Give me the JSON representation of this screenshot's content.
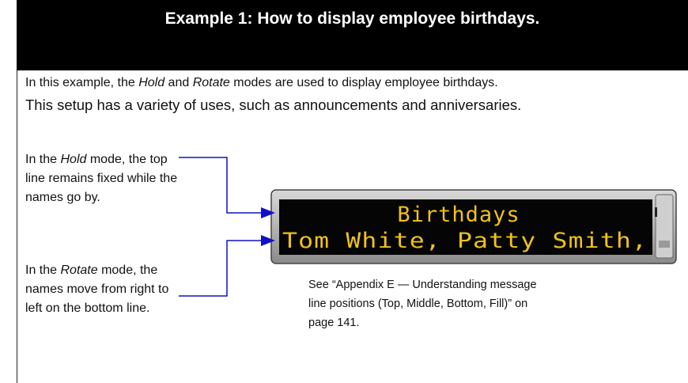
{
  "header": {
    "title": "Example 1: How to display employee birthdays."
  },
  "intro": {
    "line1": {
      "pre": "In this example, the ",
      "em1": "Hold",
      "mid": " and ",
      "em2": "Rotate",
      "post": " modes are used to display employee birthdays."
    },
    "line2": "This setup has a variety of uses, such as announcements and anniversaries."
  },
  "notes": {
    "hold": {
      "pre": "In the ",
      "em": "Hold",
      "post": " mode, the top line remains fixed while the names go by."
    },
    "rotate": {
      "pre": "In the ",
      "em": "Rotate",
      "post": " mode, the names move from right to left on the bottom line."
    }
  },
  "sign": {
    "top_line": "Birthdays",
    "bottom_line": "Tom White, Patty Smith,"
  },
  "see_note": "See “Appendix E — Understanding message line positions (Top, Middle, Bottom, Fill)” on page 141.",
  "colors": {
    "arrow": "#1010c8",
    "led": "#f0c21a",
    "header_bg": "#000000"
  }
}
